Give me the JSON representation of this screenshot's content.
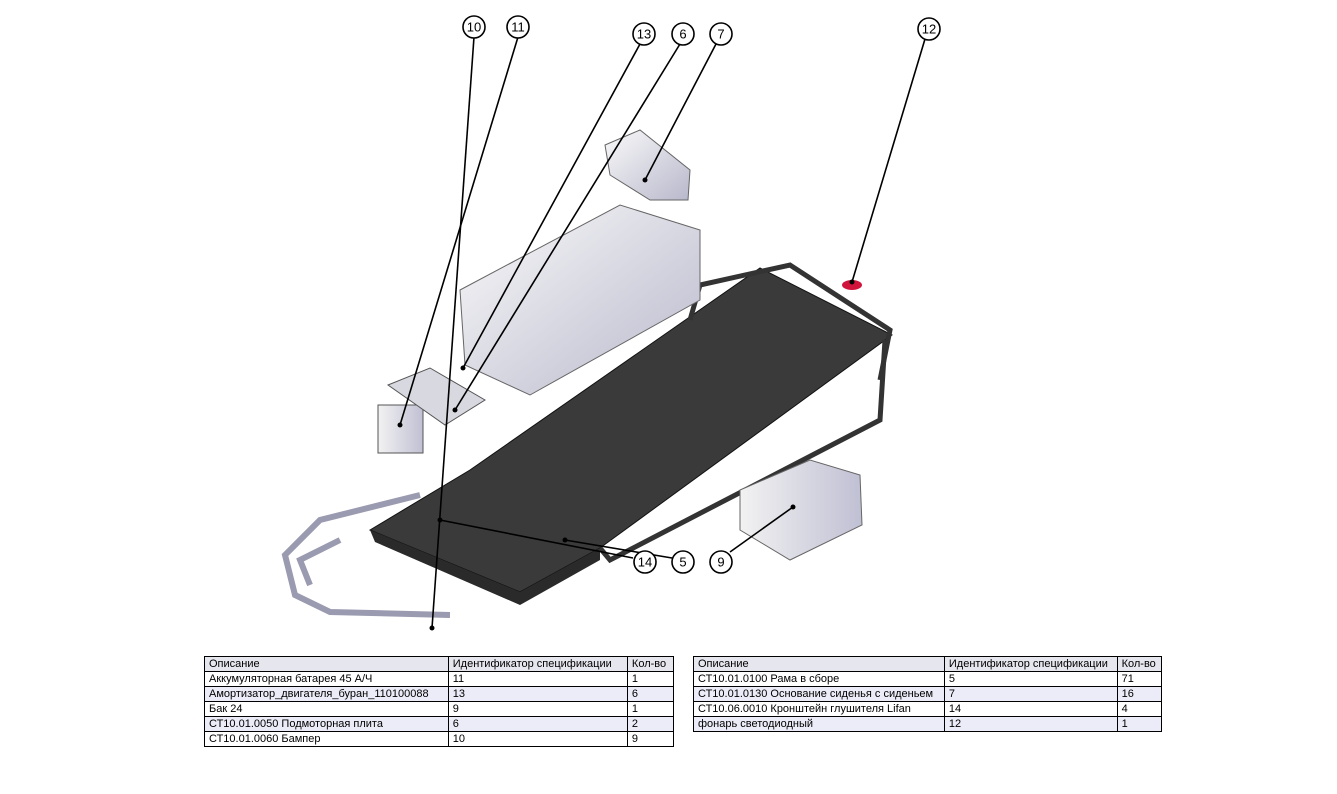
{
  "callouts": [
    "10",
    "11",
    "13",
    "6",
    "7",
    "12",
    "14",
    "5",
    "9"
  ],
  "table_left": {
    "headers": [
      "Описание",
      "Идентификатор спецификации",
      "Кол-во"
    ],
    "rows": [
      [
        "Аккумуляторная батарея 45 А/Ч",
        "11",
        "1"
      ],
      [
        "Амортизатор_двигателя_буран_110100088",
        "13",
        "6"
      ],
      [
        "Бак 24",
        "9",
        "1"
      ],
      [
        "СТ10.01.0050 Подмоторная плита",
        "6",
        "2"
      ],
      [
        "СТ10.01.0060 Бампер",
        "10",
        "9"
      ]
    ]
  },
  "table_right": {
    "headers": [
      "Описание",
      "Идентификатор спецификации",
      "Кол-во"
    ],
    "rows": [
      [
        "СТ10.01.0100 Рама в сборе",
        "5",
        "71"
      ],
      [
        "СТ10.01.0130 Основание сиденья с сиденьем",
        "7",
        "16"
      ],
      [
        "СТ10.06.0010 Кронштейн глушителя Lifan",
        "14",
        "4"
      ],
      [
        "фонарь светодиодный",
        "12",
        "1"
      ]
    ]
  }
}
